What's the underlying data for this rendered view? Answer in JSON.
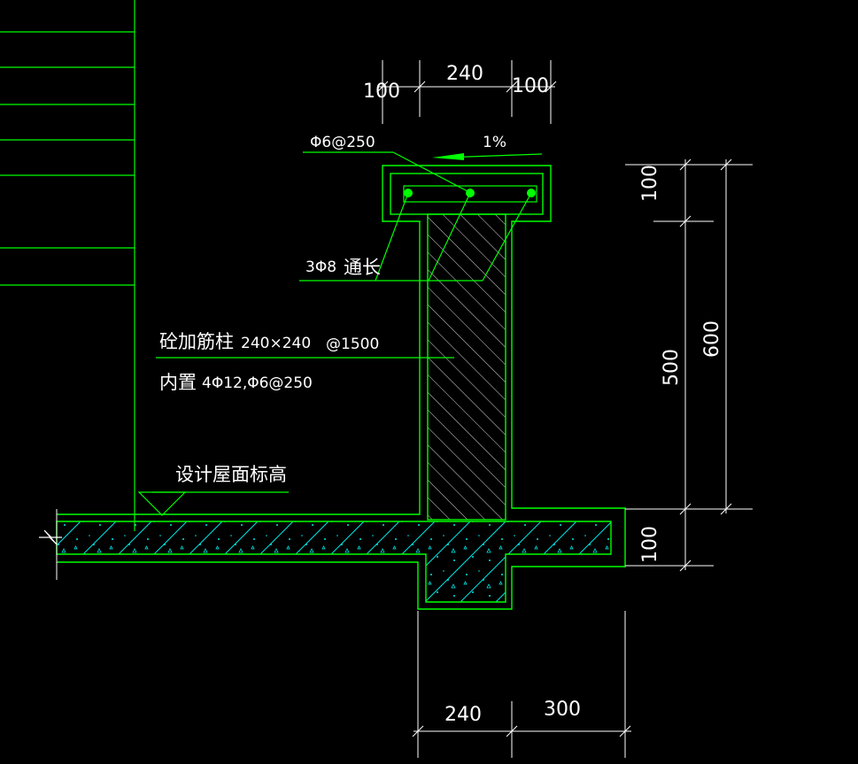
{
  "colors": {
    "background": "#000000",
    "outline": "#00ff00",
    "hatch": "#ffffff",
    "concrete_hatch": "#00ffff",
    "text": "#ffffff"
  },
  "dimensions": {
    "top_left": "100",
    "top_mid": "240",
    "top_right": "100",
    "right_100_top": "100",
    "right_500": "500",
    "right_600": "600",
    "right_100_bottom": "100",
    "bottom_240": "240",
    "bottom_300": "300"
  },
  "annotations": {
    "stirrup": "Φ6@250",
    "slope": "1%",
    "longitudinal_bars_a": "3Φ8",
    "longitudinal_bars_b": "通长",
    "column_title": "砼加筋柱",
    "column_size": "240×240",
    "column_spacing": "@1500",
    "column_inside_prefix": "内置",
    "column_inside_rebar": "4Φ12,Φ6@250",
    "roof_level": "设计屋面标高"
  }
}
